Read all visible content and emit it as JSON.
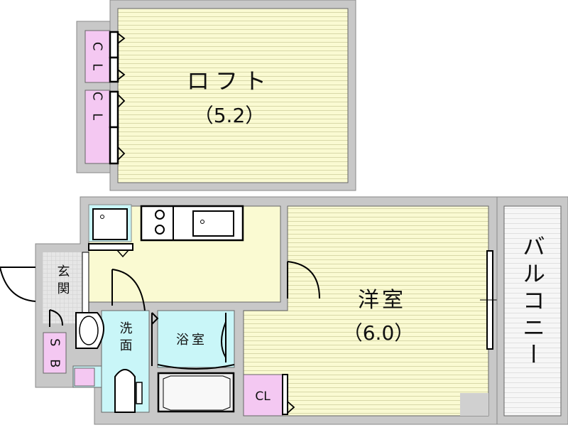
{
  "colors": {
    "wall": "#c8c8c8",
    "room_floor": "#fafad2",
    "wet_area": "#c9f6f8",
    "closet": "#f4c8f2",
    "entrance_tile": "#e2e2e2",
    "balcony": "#f4f4f4"
  },
  "loft": {
    "name": "ロフト",
    "size": "（5.2）"
  },
  "loft_closets": [
    {
      "label": "C L"
    },
    {
      "label": "C L"
    }
  ],
  "western_room": {
    "name": "洋室",
    "size": "（6.0）"
  },
  "balcony": {
    "name": "バルコニー"
  },
  "entrance": {
    "name": "玄関"
  },
  "shoe_box": {
    "label": "S B"
  },
  "washroom": {
    "name": "洗面"
  },
  "bathroom": {
    "name": "浴室"
  },
  "closet": {
    "label": "CL"
  }
}
